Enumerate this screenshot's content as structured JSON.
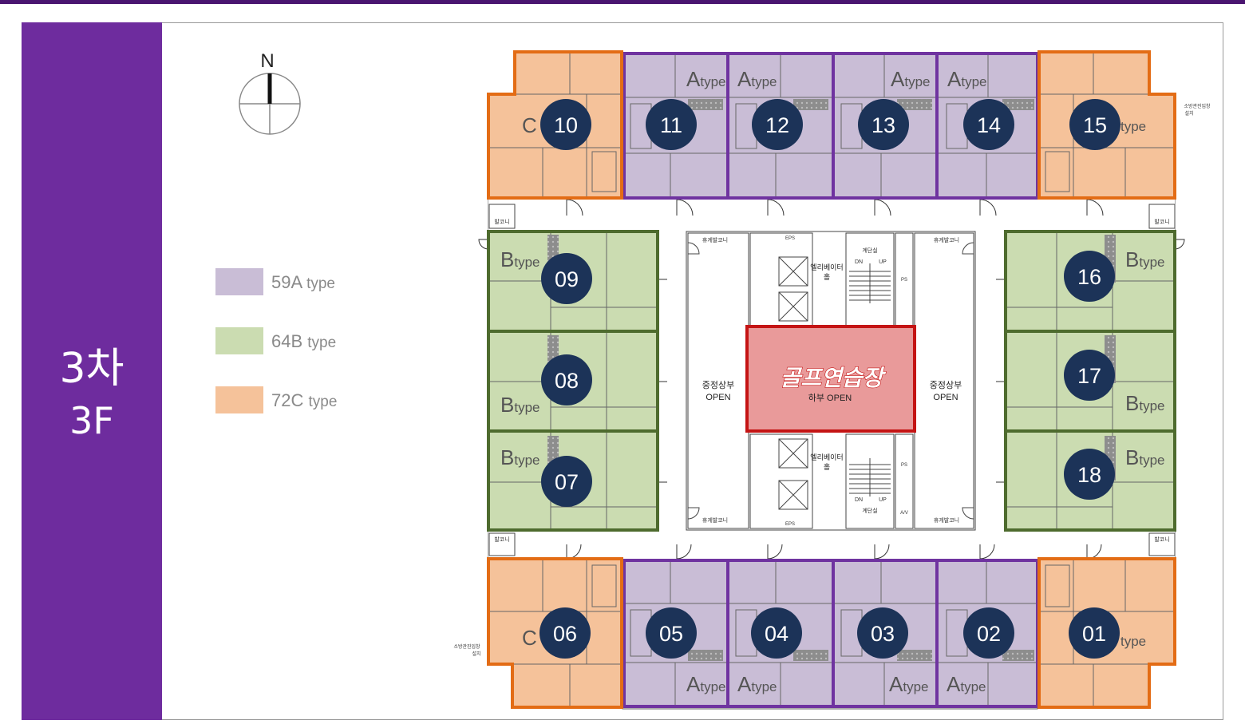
{
  "colors": {
    "sidebar": "#6e2c9e",
    "type_a_fill": "#c9bdd6",
    "type_a_border": "#7a3fa6",
    "type_b_fill": "#cbdcb1",
    "type_b_border": "#4e6b2e",
    "type_c_fill": "#f5c29a",
    "type_c_border": "#e36c15",
    "marker": "#1c3358",
    "golf_fill": "#e99a9a",
    "golf_border": "#c41414"
  },
  "sidebar": {
    "line1": "3차",
    "line2": "3F"
  },
  "compass": {
    "north_label": "N"
  },
  "legend": [
    {
      "code": "59A",
      "suffix": "type",
      "color": "#c9bdd6"
    },
    {
      "code": "64B",
      "suffix": "type",
      "color": "#cbdcb1"
    },
    {
      "code": "72C",
      "suffix": "type",
      "color": "#f5c29a"
    }
  ],
  "type_labels": {
    "a_big": "A",
    "a_small": "type",
    "b_big": "B",
    "b_small": "type",
    "c_big": "C",
    "c_small": "type"
  },
  "units": {
    "u01": "01",
    "u02": "02",
    "u03": "03",
    "u04": "04",
    "u05": "05",
    "u06": "06",
    "u07": "07",
    "u08": "08",
    "u09": "09",
    "u10": "10",
    "u11": "11",
    "u12": "12",
    "u13": "13",
    "u14": "14",
    "u15": "15",
    "u16": "16",
    "u17": "17",
    "u18": "18"
  },
  "core": {
    "golf_label": "골프연습장",
    "golf_sub": "하부 OPEN",
    "void_line1": "중정상부",
    "void_line2": "OPEN",
    "elevator": "엘리베이터",
    "elevator_hall": "홀",
    "stair": "계단실",
    "dn": "DN",
    "up": "UP",
    "balcony": "발코니",
    "rest_balcony": "휴게발코니",
    "eps": "EPS",
    "ps": "PS",
    "av": "A/V",
    "fire_note_1": "소방관진입창",
    "fire_note_2": "설치"
  }
}
